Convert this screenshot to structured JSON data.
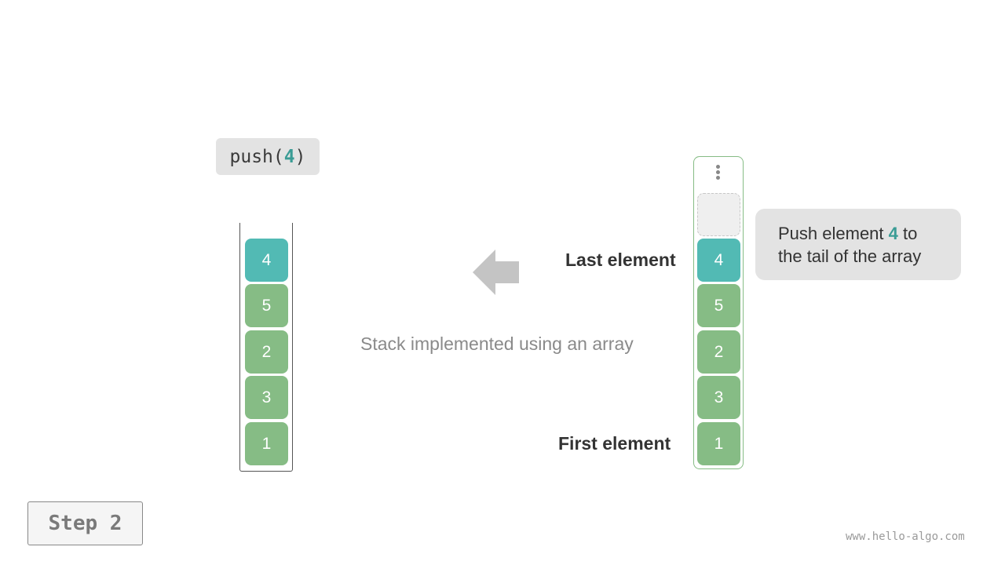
{
  "operation": {
    "prefix": "push(",
    "value": "4",
    "suffix": ")"
  },
  "stack": {
    "elements": [
      "4",
      "5",
      "2",
      "3",
      "1"
    ]
  },
  "caption": "Stack implemented using an array",
  "array": {
    "elements": [
      "4",
      "5",
      "2",
      "3",
      "1"
    ],
    "last_label": "Last element",
    "first_label": "First element"
  },
  "note": {
    "part1": "Push element ",
    "value": "4",
    "part2": " to the tail of the array"
  },
  "step": "Step 2",
  "watermark": "www.hello-algo.com",
  "colors": {
    "green": "#86bc85",
    "teal": "#52bab4",
    "accent_text": "#3a9c95",
    "arrow": "#c4c4c4"
  }
}
